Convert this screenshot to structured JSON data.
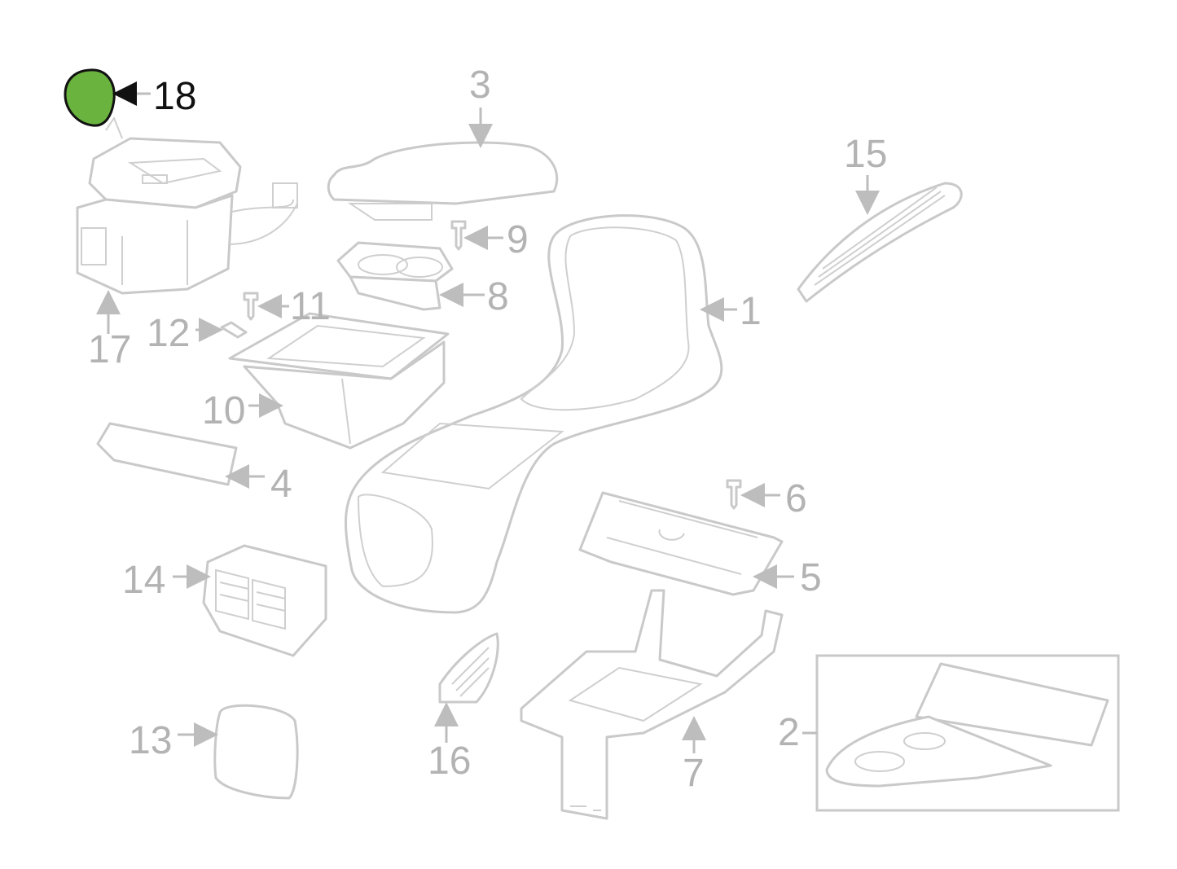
{
  "diagram": {
    "highlight_color": "#6ab33f",
    "highlighted_callout": "18",
    "callouts": {
      "c1": "1",
      "c2": "2",
      "c3": "3",
      "c4": "4",
      "c5": "5",
      "c6": "6",
      "c7": "7",
      "c8": "8",
      "c9": "9",
      "c10": "10",
      "c11": "11",
      "c12": "12",
      "c13": "13",
      "c14": "14",
      "c15": "15",
      "c16": "16",
      "c17": "17",
      "c18": "18"
    }
  }
}
